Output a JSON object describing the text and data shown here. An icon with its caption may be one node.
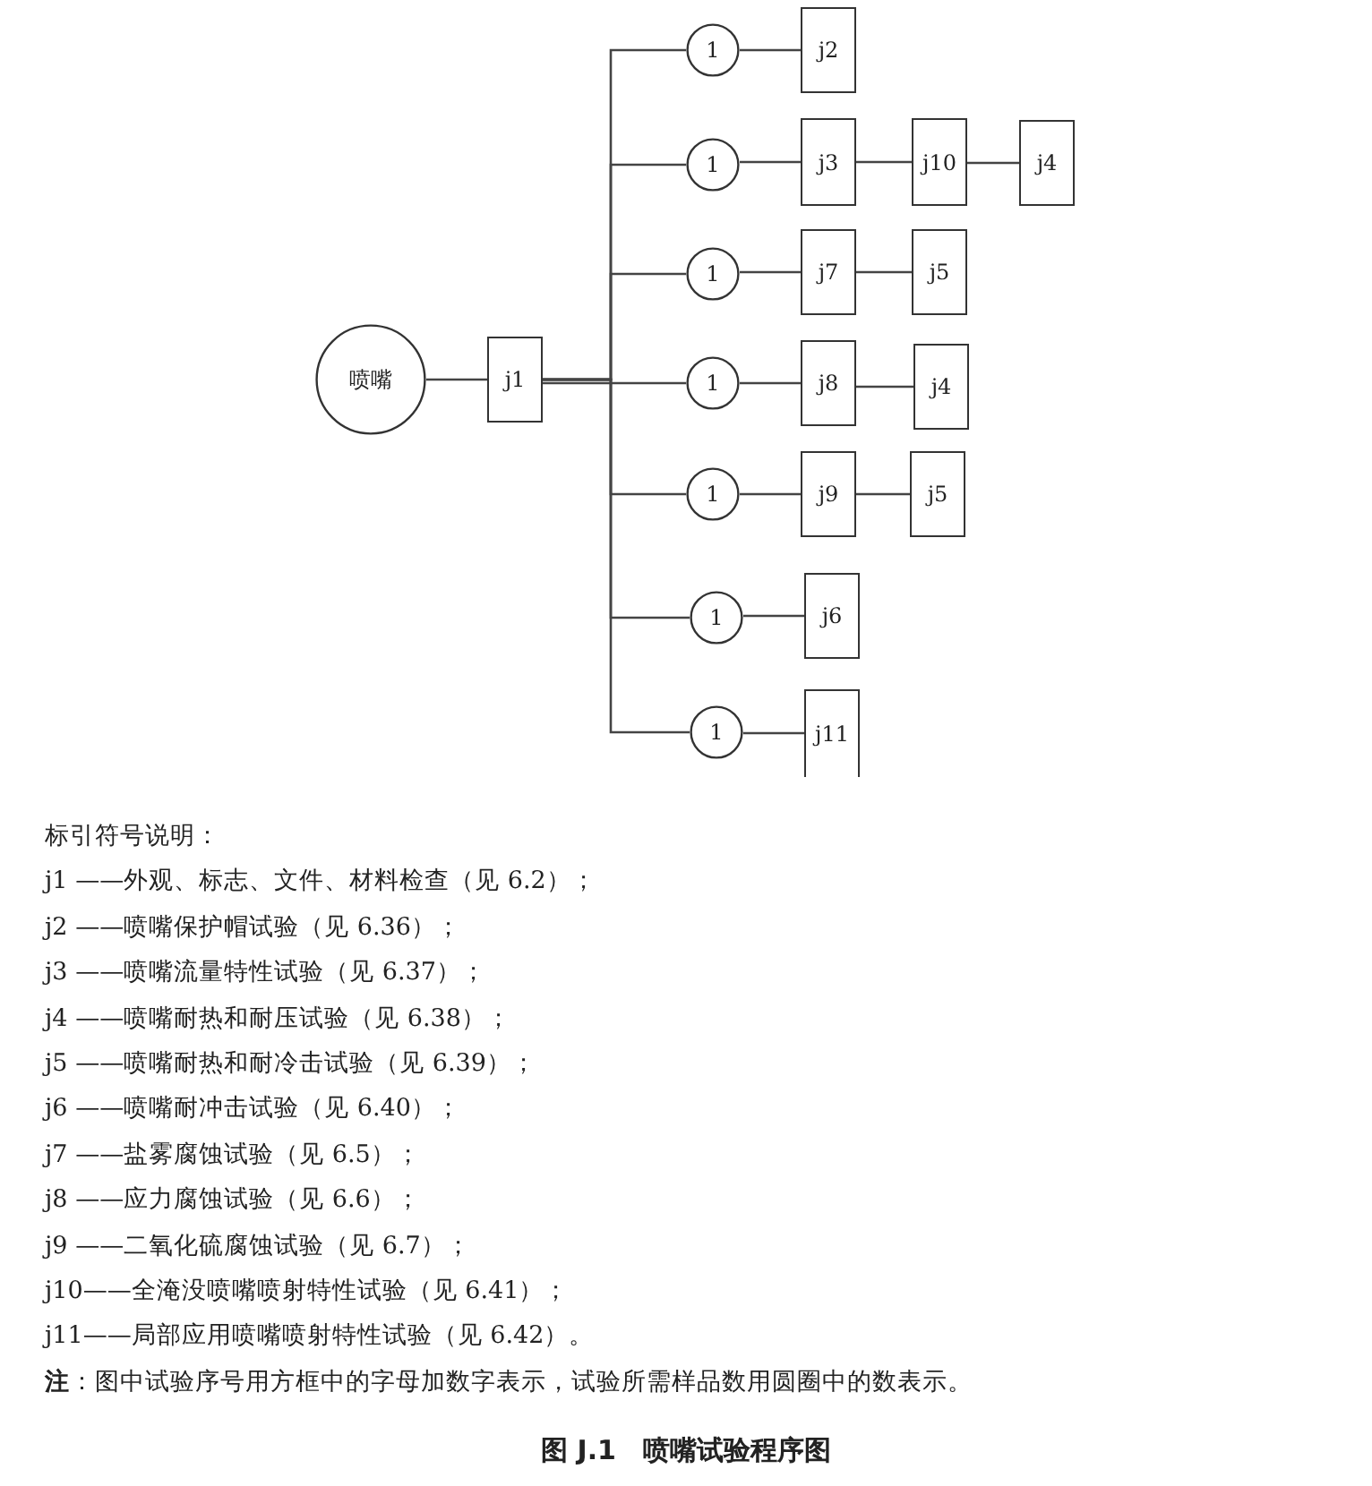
{
  "diagram": {
    "caption": "图 J.1　喷嘴试验程序图",
    "nodes": [
      {
        "text": [
          "喷嘴"
        ]
      },
      {
        "text": [
          "j1"
        ]
      },
      {
        "text": [
          "1"
        ]
      },
      {
        "text": [
          "j2"
        ]
      },
      {
        "text": [
          "1"
        ]
      },
      {
        "text": [
          "j3"
        ]
      },
      {
        "text": [
          "j10"
        ]
      },
      {
        "text": [
          "j4"
        ]
      },
      {
        "text": [
          "1"
        ]
      },
      {
        "text": [
          "j7"
        ]
      },
      {
        "text": [
          "j5"
        ]
      },
      {
        "text": [
          "1"
        ]
      },
      {
        "text": [
          "j8"
        ]
      },
      {
        "text": [
          "j4"
        ]
      },
      {
        "text": [
          "1"
        ]
      },
      {
        "text": [
          "j9"
        ]
      },
      {
        "text": [
          "j5"
        ]
      },
      {
        "text": [
          "1"
        ]
      },
      {
        "text": [
          "j6"
        ]
      },
      {
        "text": [
          "1"
        ]
      },
      {
        "text": [
          "j11"
        ]
      }
    ],
    "edges": [
      {
        "from": 0,
        "to": 1,
        "arrow": "none"
      },
      {
        "from": 1,
        "to": 2,
        "arrow": "none"
      },
      {
        "from": 1,
        "to": 4,
        "arrow": "none"
      },
      {
        "from": 1,
        "to": 8,
        "arrow": "none"
      },
      {
        "from": 1,
        "to": 11,
        "arrow": "none"
      },
      {
        "from": 1,
        "to": 14,
        "arrow": "none"
      },
      {
        "from": 1,
        "to": 17,
        "arrow": "none"
      },
      {
        "from": 1,
        "to": 19,
        "arrow": "none"
      },
      {
        "from": 2,
        "to": 3,
        "arrow": "none"
      },
      {
        "from": 4,
        "to": 5,
        "arrow": "none"
      },
      {
        "from": 5,
        "to": 6,
        "arrow": "none"
      },
      {
        "from": 6,
        "to": 7,
        "arrow": "none"
      },
      {
        "from": 8,
        "to": 9,
        "arrow": "none"
      },
      {
        "from": 9,
        "to": 10,
        "arrow": "none"
      },
      {
        "from": 11,
        "to": 12,
        "arrow": "none"
      },
      {
        "from": 12,
        "to": 13,
        "arrow": "none"
      },
      {
        "from": 14,
        "to": 15,
        "arrow": "none"
      },
      {
        "from": 15,
        "to": 16,
        "arrow": "none"
      },
      {
        "from": 17,
        "to": 18,
        "arrow": "none"
      },
      {
        "from": 19,
        "to": 20,
        "arrow": "none"
      }
    ],
    "labels": [
      "标引符号说明：",
      "j1 ——外观、标志、文件、材料检查（见 6.2）；",
      "j2 ——喷嘴保护帽试验（见 6.36）；",
      "j3 ——喷嘴流量特性试验（见 6.37）；",
      "j4 ——喷嘴耐热和耐压试验（见 6.38）；",
      "j5 ——喷嘴耐热和耐冷击试验（见 6.39）；",
      "j6 ——喷嘴耐冲击试验（见 6.40）；",
      "j7 ——盐雾腐蚀试验（见 6.5）；",
      "j8 ——应力腐蚀试验（见 6.6）；",
      "j9 ——二氧化硫腐蚀试验（见 6.7）；",
      "j10——全淹没喷嘴喷射特性试验（见 6.41）；",
      "j11——局部应用喷嘴喷射特性试验（见 6.42）。",
      "**注**：图中试验序号用方框中的字母加数字表示，试验所需样品数用圆圈中的数表示。"
    ]
  }
}
